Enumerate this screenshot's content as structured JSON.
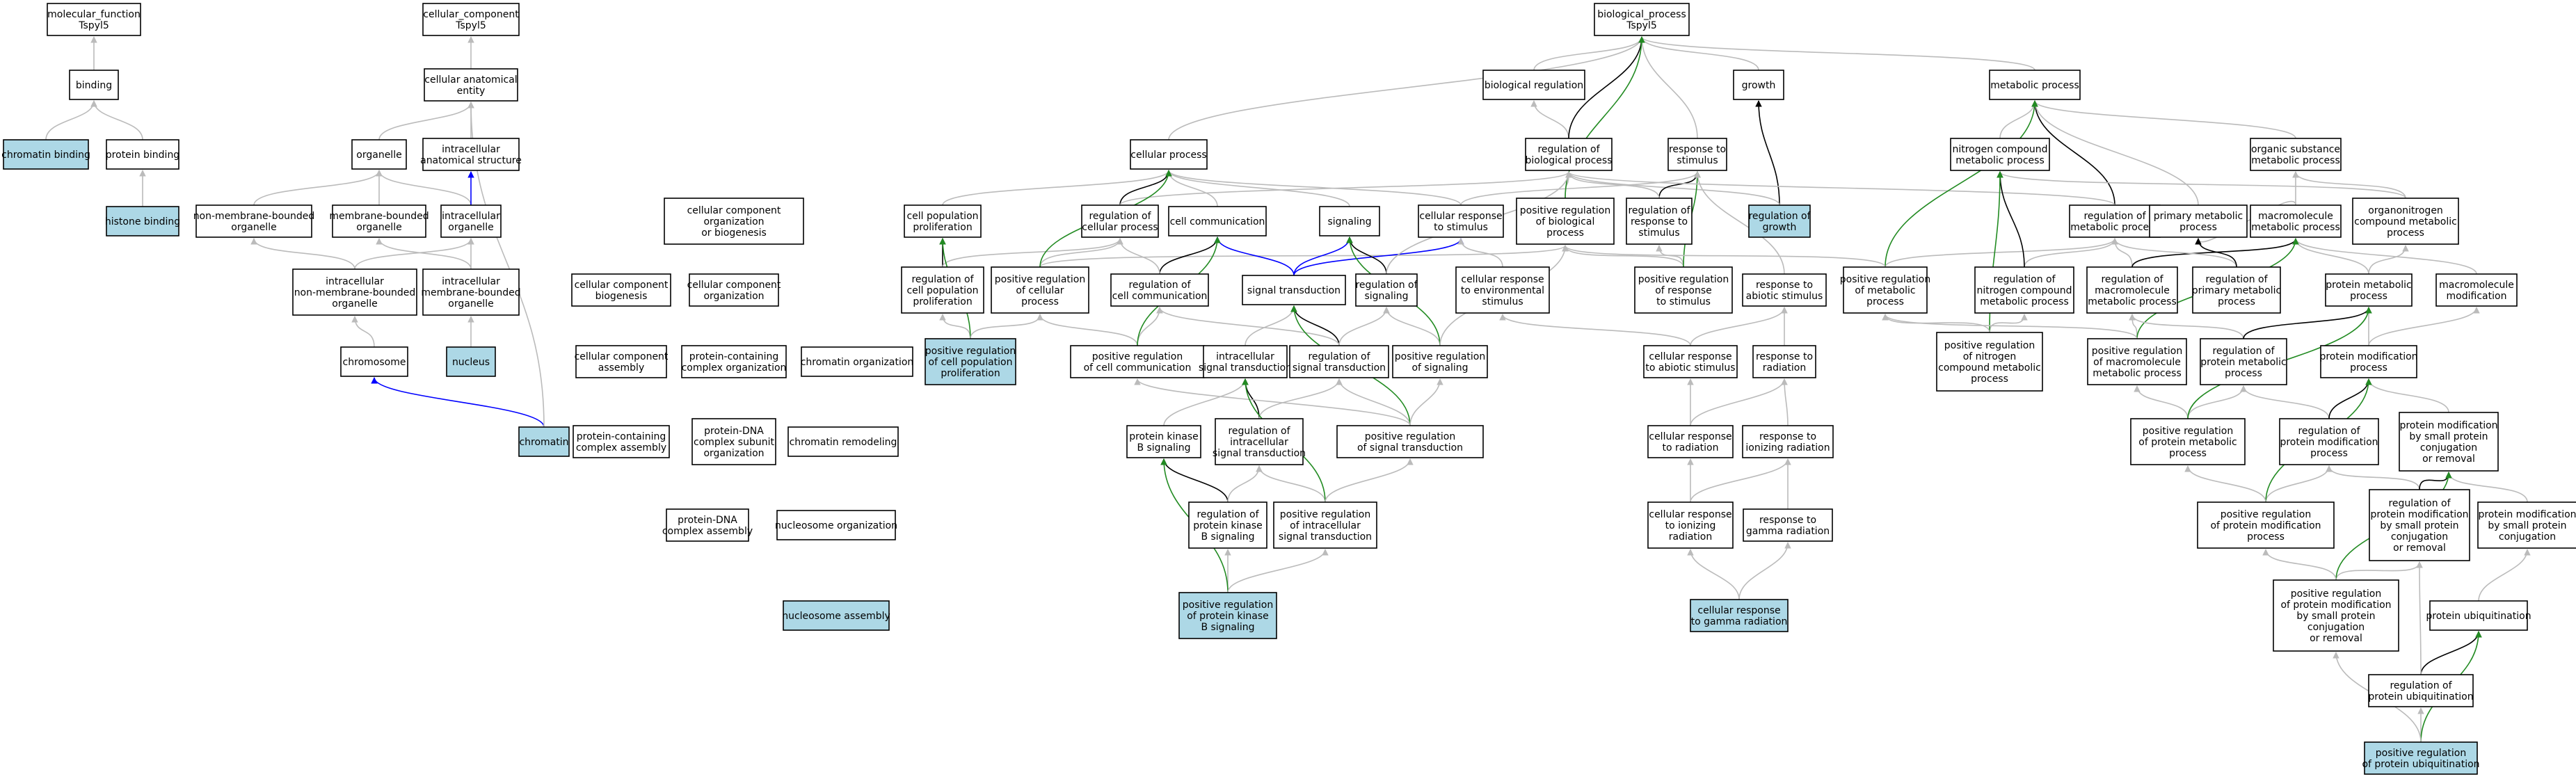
{
  "colors": {
    "node_fill": "#ffffff",
    "highlight_fill": "#add8e6",
    "is_a": "#bbbbbb",
    "part_of": "#0000ff",
    "regulates": "#000000",
    "positively_regulates": "#228b22"
  },
  "nodes": {
    "mf": {
      "lines": [
        "molecular_function",
        "Tspyl5"
      ]
    },
    "binding": {
      "lines": [
        "binding"
      ]
    },
    "chrbind": {
      "lines": [
        "chromatin binding"
      ],
      "highlight": true
    },
    "protbind": {
      "lines": [
        "protein binding"
      ]
    },
    "histbind": {
      "lines": [
        "histone binding"
      ],
      "highlight": true
    },
    "cc": {
      "lines": [
        "cellular_component",
        "Tspyl5"
      ]
    },
    "cae": {
      "lines": [
        "cellular anatomical",
        "entity"
      ]
    },
    "organelle": {
      "lines": [
        "organelle"
      ]
    },
    "ias": {
      "lines": [
        "intracellular",
        "anatomical structure"
      ]
    },
    "nmbo": {
      "lines": [
        "non-membrane-bounded",
        "organelle"
      ]
    },
    "mbo": {
      "lines": [
        "membrane-bounded",
        "organelle"
      ]
    },
    "io": {
      "lines": [
        "intracellular",
        "organelle"
      ]
    },
    "inmbo": {
      "lines": [
        "intracellular",
        "non-membrane-bounded",
        "organelle"
      ]
    },
    "imbo": {
      "lines": [
        "intracellular",
        "membrane-bounded",
        "organelle"
      ]
    },
    "chromosome": {
      "lines": [
        "chromosome"
      ]
    },
    "nucleus": {
      "lines": [
        "nucleus"
      ],
      "highlight": true
    },
    "chromatin": {
      "lines": [
        "chromatin"
      ],
      "highlight": true
    },
    "ccob": {
      "lines": [
        "cellular component",
        "organization",
        "or biogenesis"
      ]
    },
    "ccbio": {
      "lines": [
        "cellular component",
        "biogenesis"
      ]
    },
    "ccorg": {
      "lines": [
        "cellular component",
        "organization"
      ]
    },
    "cca": {
      "lines": [
        "cellular component",
        "assembly"
      ]
    },
    "pcco": {
      "lines": [
        "protein-containing",
        "complex organization"
      ]
    },
    "chromorg": {
      "lines": [
        "chromatin organization"
      ]
    },
    "pcca": {
      "lines": [
        "protein-containing",
        "complex assembly"
      ]
    },
    "pdcso": {
      "lines": [
        "protein-DNA",
        "complex subunit",
        "organization"
      ]
    },
    "chromrem": {
      "lines": [
        "chromatin remodeling"
      ]
    },
    "pdca": {
      "lines": [
        "protein-DNA",
        "complex assembly"
      ]
    },
    "nucorg": {
      "lines": [
        "nucleosome organization"
      ]
    },
    "nucasm": {
      "lines": [
        "nucleosome assembly"
      ],
      "highlight": true
    },
    "bp": {
      "lines": [
        "biological_process",
        "Tspyl5"
      ]
    },
    "cellproc": {
      "lines": [
        "cellular process"
      ]
    },
    "bioreg": {
      "lines": [
        "biological regulation"
      ]
    },
    "rbp": {
      "lines": [
        "regulation of",
        "biological process"
      ]
    },
    "rts": {
      "lines": [
        "response to",
        "stimulus"
      ]
    },
    "growth": {
      "lines": [
        "growth"
      ]
    },
    "regrowth": {
      "lines": [
        "regulation of",
        "growth"
      ],
      "highlight": true
    },
    "metab": {
      "lines": [
        "metabolic process"
      ]
    },
    "cpp": {
      "lines": [
        "cell population",
        "proliferation"
      ]
    },
    "rcp": {
      "lines": [
        "regulation of",
        "cellular process"
      ]
    },
    "cellcomm": {
      "lines": [
        "cell communication"
      ]
    },
    "signaling": {
      "lines": [
        "signaling"
      ]
    },
    "crts": {
      "lines": [
        "cellular response",
        "to stimulus"
      ]
    },
    "prbp": {
      "lines": [
        "positive regulation",
        "of biological",
        "process"
      ]
    },
    "rrts": {
      "lines": [
        "regulation of",
        "response to",
        "stimulus"
      ]
    },
    "ncmp": {
      "lines": [
        "nitrogen compound",
        "metabolic process"
      ]
    },
    "osmp": {
      "lines": [
        "organic substance",
        "metabolic process"
      ]
    },
    "rcpp": {
      "lines": [
        "regulation of",
        "cell population",
        "proliferation"
      ]
    },
    "prcellproc": {
      "lines": [
        "positive regulation",
        "of cellular",
        "process"
      ]
    },
    "rcc": {
      "lines": [
        "regulation of",
        "cell communication"
      ]
    },
    "st": {
      "lines": [
        "signal transduction"
      ]
    },
    "rsig": {
      "lines": [
        "regulation of",
        "signaling"
      ]
    },
    "crtes": {
      "lines": [
        "cellular response",
        "to environmental",
        "stimulus"
      ]
    },
    "prrts": {
      "lines": [
        "positive regulation",
        "of response",
        "to stimulus"
      ]
    },
    "rtas": {
      "lines": [
        "response to",
        "abiotic stimulus"
      ]
    },
    "rmp": {
      "lines": [
        "regulation of",
        "metabolic process"
      ]
    },
    "pmp": {
      "lines": [
        "primary metabolic",
        "process"
      ]
    },
    "mmp": {
      "lines": [
        "macromolecule",
        "metabolic process"
      ]
    },
    "onmp": {
      "lines": [
        "organonitrogen",
        "compound metabolic",
        "process"
      ]
    },
    "prcpp": {
      "lines": [
        "positive regulation",
        "of cell population",
        "proliferation"
      ],
      "highlight": true
    },
    "prcc": {
      "lines": [
        "positive regulation",
        "of cell communication"
      ]
    },
    "ist": {
      "lines": [
        "intracellular",
        "signal transduction"
      ]
    },
    "rst": {
      "lines": [
        "regulation of",
        "signal transduction"
      ]
    },
    "prsig": {
      "lines": [
        "positive regulation",
        "of signaling"
      ]
    },
    "crtas": {
      "lines": [
        "cellular response",
        "to abiotic stimulus"
      ]
    },
    "rtr": {
      "lines": [
        "response to",
        "radiation"
      ]
    },
    "prmp": {
      "lines": [
        "positive regulation",
        "of metabolic",
        "process"
      ]
    },
    "rncmp": {
      "lines": [
        "regulation of",
        "nitrogen compound",
        "metabolic process"
      ]
    },
    "rmmp": {
      "lines": [
        "regulation of",
        "macromolecule",
        "metabolic process"
      ]
    },
    "rpmp": {
      "lines": [
        "regulation of",
        "primary metabolic",
        "process"
      ]
    },
    "protmp": {
      "lines": [
        "protein metabolic",
        "process"
      ]
    },
    "macmod": {
      "lines": [
        "macromolecule",
        "modification"
      ]
    },
    "prncmp": {
      "lines": [
        "positive regulation",
        "of nitrogen",
        "compound metabolic",
        "process"
      ]
    },
    "prmmp": {
      "lines": [
        "positive regulation",
        "of macromolecule",
        "metabolic process"
      ]
    },
    "rprotmp": {
      "lines": [
        "regulation of",
        "protein metabolic",
        "process"
      ]
    },
    "protmod": {
      "lines": [
        "protein modification",
        "process"
      ]
    },
    "pkbs": {
      "lines": [
        "protein kinase",
        "B signaling"
      ]
    },
    "rist": {
      "lines": [
        "regulation of",
        "intracellular",
        "signal transduction"
      ]
    },
    "prst": {
      "lines": [
        "positive regulation",
        "of signal transduction"
      ]
    },
    "crtr": {
      "lines": [
        "cellular response",
        "to radiation"
      ]
    },
    "rtir": {
      "lines": [
        "response to",
        "ionizing radiation"
      ]
    },
    "prprotmp": {
      "lines": [
        "positive regulation",
        "of protein metabolic",
        "process"
      ]
    },
    "rpmodp": {
      "lines": [
        "regulation of",
        "protein modification",
        "process"
      ]
    },
    "pmsp": {
      "lines": [
        "protein modification",
        "by small protein",
        "conjugation",
        "or removal"
      ]
    },
    "rpkbs": {
      "lines": [
        "regulation of",
        "protein kinase",
        "B signaling"
      ]
    },
    "prist": {
      "lines": [
        "positive regulation",
        "of intracellular",
        "signal transduction"
      ]
    },
    "crtir": {
      "lines": [
        "cellular response",
        "to ionizing",
        "radiation"
      ]
    },
    "rtgr": {
      "lines": [
        "response to",
        "gamma radiation"
      ]
    },
    "prpmodp": {
      "lines": [
        "positive regulation",
        "of protein modification",
        "process"
      ]
    },
    "rpmsp": {
      "lines": [
        "regulation of",
        "protein modification",
        "by small protein",
        "conjugation",
        "or removal"
      ]
    },
    "pmspc": {
      "lines": [
        "protein modification",
        "by small protein",
        "conjugation"
      ]
    },
    "prpkbs": {
      "lines": [
        "positive regulation",
        "of protein kinase",
        "B signaling"
      ],
      "highlight": true
    },
    "crtgr": {
      "lines": [
        "cellular response",
        "to gamma radiation"
      ],
      "highlight": true
    },
    "prpmsp": {
      "lines": [
        "positive regulation",
        "of protein modification",
        "by small protein",
        "conjugation",
        "or removal"
      ]
    },
    "pubq": {
      "lines": [
        "protein ubiquitination"
      ]
    },
    "rpubq": {
      "lines": [
        "regulation of",
        "protein ubiquitination"
      ]
    },
    "prpubq": {
      "lines": [
        "positive regulation",
        "of protein ubiquitination"
      ],
      "highlight": true
    }
  },
  "edges": [
    [
      "binding",
      "mf",
      "is_a"
    ],
    [
      "chrbind",
      "binding",
      "is_a"
    ],
    [
      "protbind",
      "binding",
      "is_a"
    ],
    [
      "histbind",
      "protbind",
      "is_a"
    ],
    [
      "cae",
      "cc",
      "is_a"
    ],
    [
      "organelle",
      "cae",
      "is_a"
    ],
    [
      "ias",
      "cae",
      "is_a"
    ],
    [
      "nmbo",
      "organelle",
      "is_a"
    ],
    [
      "mbo",
      "organelle",
      "is_a"
    ],
    [
      "io",
      "organelle",
      "is_a"
    ],
    [
      "io",
      "ias",
      "part_of"
    ],
    [
      "inmbo",
      "nmbo",
      "is_a"
    ],
    [
      "inmbo",
      "io",
      "is_a"
    ],
    [
      "imbo",
      "mbo",
      "is_a"
    ],
    [
      "imbo",
      "io",
      "is_a"
    ],
    [
      "chromosome",
      "inmbo",
      "is_a"
    ],
    [
      "nucleus",
      "imbo",
      "is_a"
    ],
    [
      "chromatin",
      "chromosome",
      "part_of"
    ],
    [
      "chromatin",
      "cae",
      "is_a"
    ],
    [
      "cellproc",
      "bp",
      "is_a"
    ],
    [
      "bioreg",
      "bp",
      "is_a"
    ],
    [
      "rbp",
      "bioreg",
      "is_a"
    ],
    [
      "rbp",
      "bp",
      "regulates"
    ],
    [
      "rts",
      "bp",
      "is_a"
    ],
    [
      "growth",
      "bp",
      "is_a"
    ],
    [
      "regrowth",
      "growth",
      "regulates"
    ],
    [
      "regrowth",
      "rbp",
      "is_a"
    ],
    [
      "metab",
      "bp",
      "is_a"
    ],
    [
      "cpp",
      "cellproc",
      "is_a"
    ],
    [
      "rcp",
      "cellproc",
      "regulates"
    ],
    [
      "rcp",
      "rbp",
      "is_a"
    ],
    [
      "cellcomm",
      "cellproc",
      "is_a"
    ],
    [
      "signaling",
      "cellproc",
      "is_a"
    ],
    [
      "crts",
      "rts",
      "is_a"
    ],
    [
      "crts",
      "cellproc",
      "is_a"
    ],
    [
      "prbp",
      "rbp",
      "is_a"
    ],
    [
      "prbp",
      "bp",
      "positively_regulates"
    ],
    [
      "rrts",
      "rts",
      "regulates"
    ],
    [
      "rrts",
      "rbp",
      "is_a"
    ],
    [
      "ncmp",
      "metab",
      "is_a"
    ],
    [
      "osmp",
      "metab",
      "is_a"
    ],
    [
      "rcpp",
      "cpp",
      "regulates"
    ],
    [
      "rcpp",
      "rcp",
      "is_a"
    ],
    [
      "prcellproc",
      "rcp",
      "is_a"
    ],
    [
      "prcellproc",
      "prbp",
      "is_a"
    ],
    [
      "prcellproc",
      "cellproc",
      "positively_regulates"
    ],
    [
      "rcc",
      "cellcomm",
      "regulates"
    ],
    [
      "rcc",
      "rcp",
      "is_a"
    ],
    [
      "st",
      "cellcomm",
      "part_of"
    ],
    [
      "st",
      "signaling",
      "part_of"
    ],
    [
      "st",
      "crts",
      "part_of"
    ],
    [
      "rsig",
      "signaling",
      "regulates"
    ],
    [
      "rsig",
      "rbp",
      "is_a"
    ],
    [
      "crtes",
      "crts",
      "is_a"
    ],
    [
      "prrts",
      "rrts",
      "is_a"
    ],
    [
      "prrts",
      "prbp",
      "is_a"
    ],
    [
      "prrts",
      "rts",
      "positively_regulates"
    ],
    [
      "rtas",
      "rts",
      "is_a"
    ],
    [
      "rmp",
      "metab",
      "regulates"
    ],
    [
      "rmp",
      "rbp",
      "is_a"
    ],
    [
      "pmp",
      "metab",
      "is_a"
    ],
    [
      "mmp",
      "osmp",
      "is_a"
    ],
    [
      "mmp",
      "pmp",
      "is_a"
    ],
    [
      "onmp",
      "osmp",
      "is_a"
    ],
    [
      "onmp",
      "ncmp",
      "is_a"
    ],
    [
      "prcpp",
      "rcpp",
      "is_a"
    ],
    [
      "prcpp",
      "cpp",
      "positively_regulates"
    ],
    [
      "prcpp",
      "prcellproc",
      "is_a"
    ],
    [
      "prcc",
      "rcc",
      "is_a"
    ],
    [
      "prcc",
      "prcellproc",
      "is_a"
    ],
    [
      "prcc",
      "cellcomm",
      "positively_regulates"
    ],
    [
      "ist",
      "st",
      "is_a"
    ],
    [
      "rst",
      "st",
      "regulates"
    ],
    [
      "rst",
      "rsig",
      "is_a"
    ],
    [
      "rst",
      "rcc",
      "is_a"
    ],
    [
      "prsig",
      "rsig",
      "is_a"
    ],
    [
      "prsig",
      "signaling",
      "positively_regulates"
    ],
    [
      "prsig",
      "prbp",
      "is_a"
    ],
    [
      "crtas",
      "rtas",
      "is_a"
    ],
    [
      "crtas",
      "crtes",
      "is_a"
    ],
    [
      "rtr",
      "rtas",
      "is_a"
    ],
    [
      "prmp",
      "rmp",
      "is_a"
    ],
    [
      "prmp",
      "metab",
      "positively_regulates"
    ],
    [
      "prmp",
      "prbp",
      "is_a"
    ],
    [
      "rncmp",
      "rmp",
      "is_a"
    ],
    [
      "rncmp",
      "ncmp",
      "regulates"
    ],
    [
      "rmmp",
      "rmp",
      "is_a"
    ],
    [
      "rmmp",
      "mmp",
      "regulates"
    ],
    [
      "rpmp",
      "rmp",
      "is_a"
    ],
    [
      "rpmp",
      "pmp",
      "regulates"
    ],
    [
      "protmp",
      "mmp",
      "is_a"
    ],
    [
      "protmp",
      "onmp",
      "is_a"
    ],
    [
      "macmod",
      "mmp",
      "is_a"
    ],
    [
      "prncmp",
      "rncmp",
      "is_a"
    ],
    [
      "prncmp",
      "ncmp",
      "positively_regulates"
    ],
    [
      "prncmp",
      "prmp",
      "is_a"
    ],
    [
      "prmmp",
      "rmmp",
      "is_a"
    ],
    [
      "prmmp",
      "mmp",
      "positively_regulates"
    ],
    [
      "prmmp",
      "prmp",
      "is_a"
    ],
    [
      "rprotmp",
      "rmmp",
      "is_a"
    ],
    [
      "rprotmp",
      "protmp",
      "regulates"
    ],
    [
      "protmod",
      "protmp",
      "is_a"
    ],
    [
      "protmod",
      "macmod",
      "is_a"
    ],
    [
      "pkbs",
      "ist",
      "is_a"
    ],
    [
      "rist",
      "ist",
      "regulates"
    ],
    [
      "rist",
      "rst",
      "is_a"
    ],
    [
      "prst",
      "rst",
      "is_a"
    ],
    [
      "prst",
      "st",
      "positively_regulates"
    ],
    [
      "prst",
      "prsig",
      "is_a"
    ],
    [
      "prst",
      "prcc",
      "is_a"
    ],
    [
      "crtr",
      "crtas",
      "is_a"
    ],
    [
      "crtr",
      "rtr",
      "is_a"
    ],
    [
      "rtir",
      "rtr",
      "is_a"
    ],
    [
      "prprotmp",
      "rprotmp",
      "is_a"
    ],
    [
      "prprotmp",
      "prmmp",
      "is_a"
    ],
    [
      "prprotmp",
      "protmp",
      "positively_regulates"
    ],
    [
      "rpmodp",
      "rprotmp",
      "is_a"
    ],
    [
      "rpmodp",
      "protmod",
      "regulates"
    ],
    [
      "pmsp",
      "protmod",
      "is_a"
    ],
    [
      "rpkbs",
      "pkbs",
      "regulates"
    ],
    [
      "rpkbs",
      "rist",
      "is_a"
    ],
    [
      "prist",
      "rist",
      "is_a"
    ],
    [
      "prist",
      "ist",
      "positively_regulates"
    ],
    [
      "prist",
      "prst",
      "is_a"
    ],
    [
      "crtir",
      "crtr",
      "is_a"
    ],
    [
      "crtir",
      "rtir",
      "is_a"
    ],
    [
      "rtgr",
      "rtir",
      "is_a"
    ],
    [
      "prpmodp",
      "rpmodp",
      "is_a"
    ],
    [
      "prpmodp",
      "protmod",
      "positively_regulates"
    ],
    [
      "prpmodp",
      "prprotmp",
      "is_a"
    ],
    [
      "rpmsp",
      "rpmodp",
      "is_a"
    ],
    [
      "rpmsp",
      "pmsp",
      "regulates"
    ],
    [
      "pmspc",
      "pmsp",
      "is_a"
    ],
    [
      "prpkbs",
      "rpkbs",
      "is_a"
    ],
    [
      "prpkbs",
      "pkbs",
      "positively_regulates"
    ],
    [
      "prpkbs",
      "prist",
      "is_a"
    ],
    [
      "crtgr",
      "crtir",
      "is_a"
    ],
    [
      "crtgr",
      "rtgr",
      "is_a"
    ],
    [
      "prpmsp",
      "rpmsp",
      "is_a"
    ],
    [
      "prpmsp",
      "pmsp",
      "positively_regulates"
    ],
    [
      "prpmsp",
      "prpmodp",
      "is_a"
    ],
    [
      "pubq",
      "pmspc",
      "is_a"
    ],
    [
      "rpubq",
      "pubq",
      "regulates"
    ],
    [
      "rpubq",
      "rpmsp",
      "is_a"
    ],
    [
      "prpubq",
      "rpubq",
      "is_a"
    ],
    [
      "prpubq",
      "pubq",
      "positively_regulates"
    ],
    [
      "prpubq",
      "prpmsp",
      "is_a"
    ]
  ]
}
